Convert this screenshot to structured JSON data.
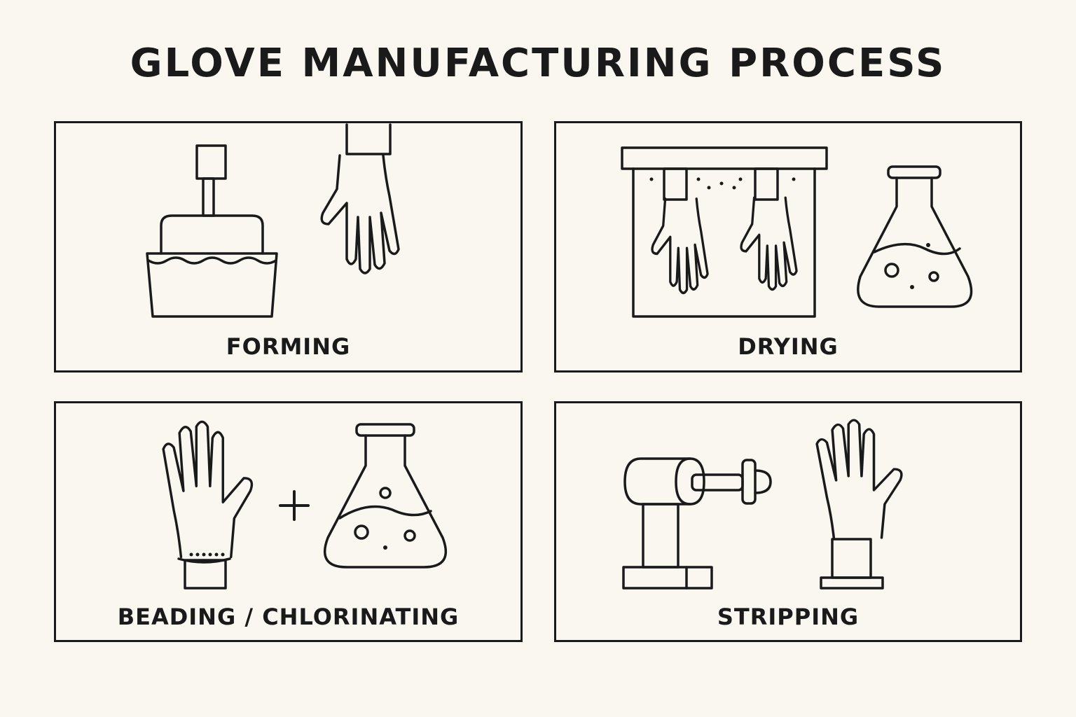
{
  "title": "GLOVE MANUFACTURING PROCESS",
  "panels": [
    {
      "label": "FORMING",
      "icons": [
        "dipping-tank-icon",
        "hanging-glove-icon"
      ]
    },
    {
      "label": "DRYING",
      "icons": [
        "drying-oven-icon",
        "flask-icon"
      ]
    },
    {
      "label": "BEADING / CHLORINATING",
      "icons": [
        "beaded-glove-icon",
        "plus-icon",
        "flask-icon"
      ]
    },
    {
      "label": "STRIPPING",
      "icons": [
        "stripping-machine-icon",
        "glove-on-stand-icon"
      ]
    }
  ],
  "colors": {
    "background": "#f9f7f0",
    "ink": "#1a1a1a"
  }
}
